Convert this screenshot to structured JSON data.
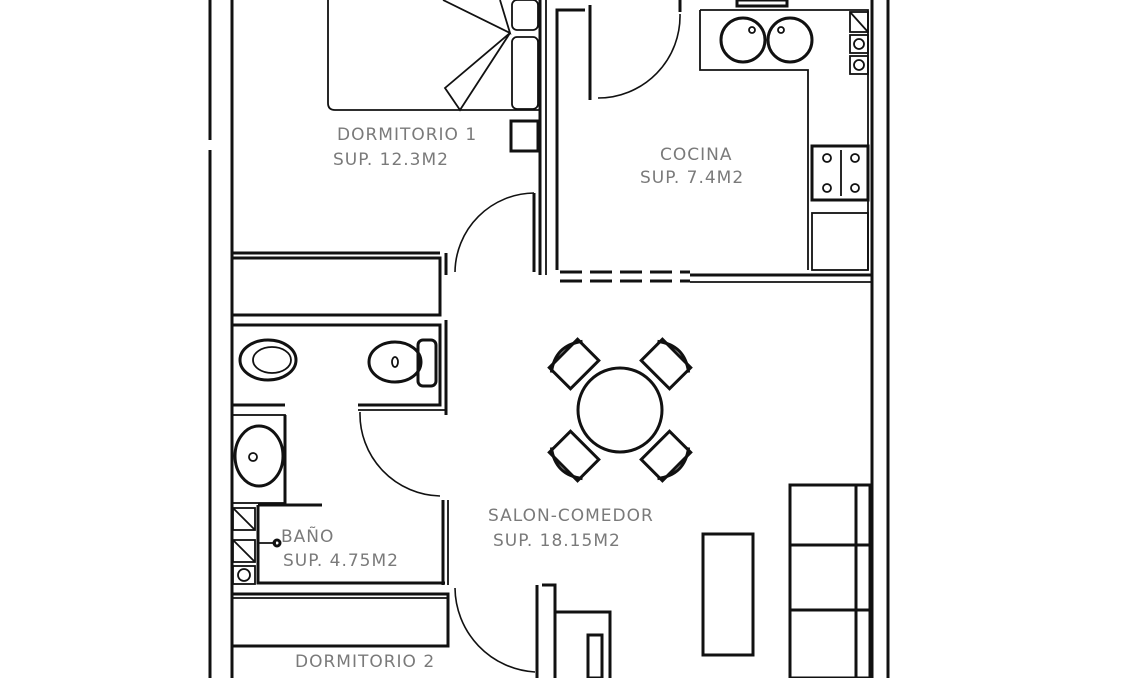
{
  "rooms": {
    "dormitorio1": {
      "name": "DORMITORIO 1",
      "area": "SUP. 12.3M2"
    },
    "cocina": {
      "name": "COCINA",
      "area": "SUP. 7.4M2"
    },
    "salon": {
      "name": "SALON-COMEDOR",
      "area": "SUP. 18.15M2"
    },
    "bano": {
      "name": "BAÑO",
      "area": "SUP. 4.75M2"
    },
    "dormitorio2": {
      "name": "DORMITORIO 2"
    }
  },
  "colors": {
    "lines": "#111111",
    "labels": "#7a7a7a",
    "background": "#ffffff"
  }
}
